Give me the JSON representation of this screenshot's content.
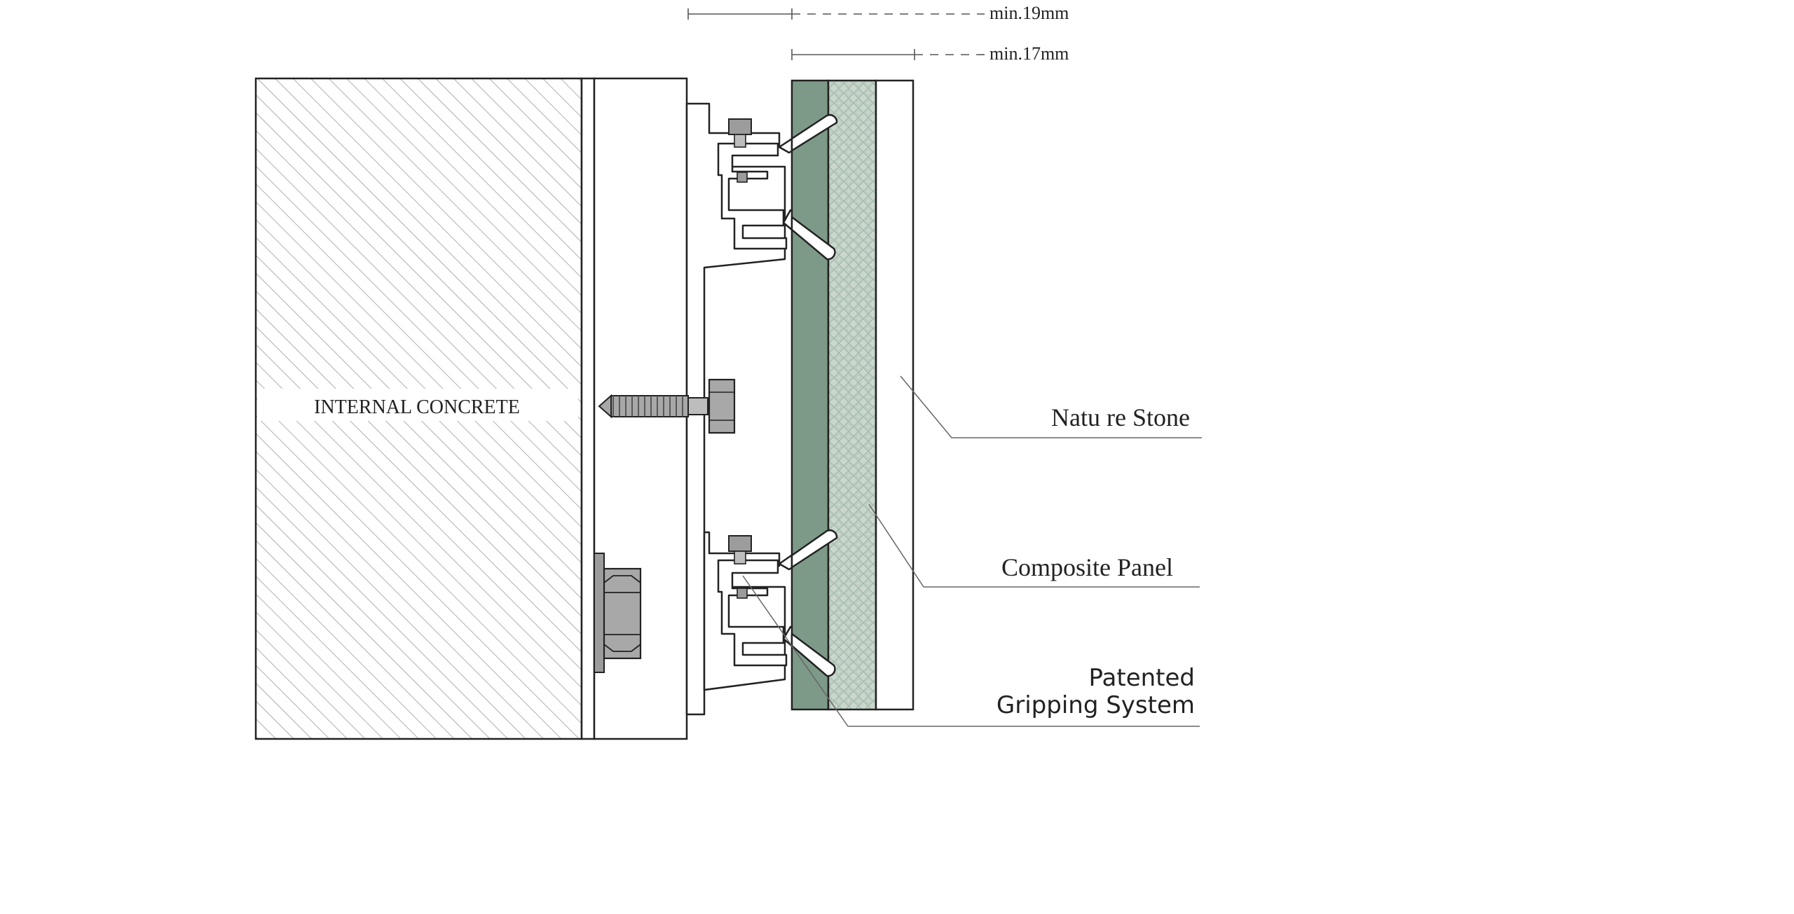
{
  "dimensions": {
    "min_19": "min.19mm",
    "min_17": "min.17mm"
  },
  "labels": {
    "internal_concrete": "INTERNAL CONCRETE",
    "natural_stone": "Natu re Stone",
    "composite_panel": "Composite Panel",
    "gripping_line1": "Patented",
    "gripping_line2": "Gripping System"
  },
  "colors": {
    "backing_panel": "#7d9a88",
    "composite_core": "#c8d6cc",
    "steel": "#a8a8a8",
    "outline": "#222222"
  }
}
